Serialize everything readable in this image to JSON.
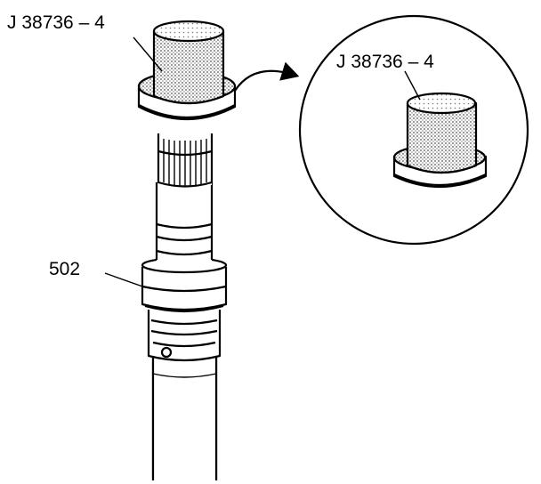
{
  "labels": {
    "tool_main": "J 38736 – 4",
    "tool_detail": "J 38736 – 4",
    "part": "502"
  },
  "colors": {
    "ink": "#000000",
    "paper": "#ffffff",
    "stipple": "#7a7a7a"
  }
}
